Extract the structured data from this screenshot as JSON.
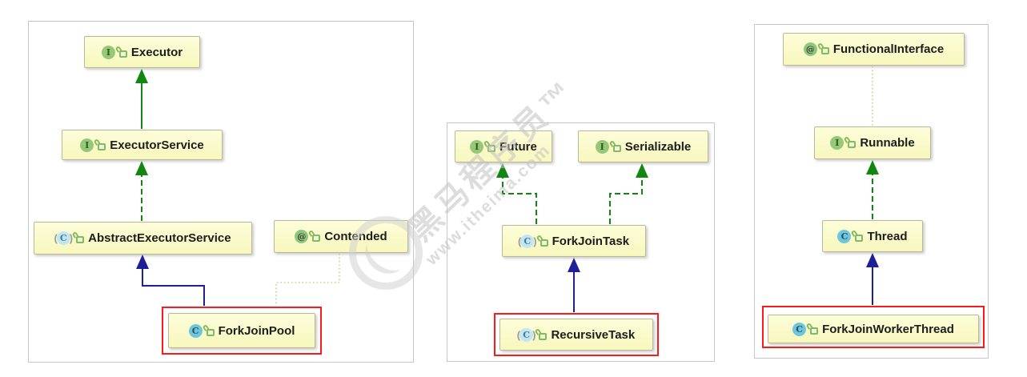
{
  "icon_markers": {
    "abstract_open": "(",
    "abstract_close": ")"
  },
  "colors": {
    "node_fill": "#FAFAC9",
    "node_border": "#B9B99A",
    "panel_border": "#C6C6C6",
    "selection_red": "#FB1B1B",
    "extends_arrow_blue": "#1F1F96",
    "implements_arrow_green": "#118611",
    "annotation_line_olive": "#CDCD84",
    "interface_icon_green": "#97C878",
    "class_icon_cyan": "#6CC7DE",
    "abstract_icon_light_cyan": "#C2E5F1",
    "annotation_icon_green": "#8FC77B"
  },
  "watermark": {
    "brand": "黑马程序员™",
    "url": "www.itheima.com"
  },
  "panels": [
    {
      "nodes": {
        "executor": {
          "label": "Executor",
          "kind": "interface",
          "icon_letter": "I"
        },
        "executorService": {
          "label": "ExecutorService",
          "kind": "interface",
          "icon_letter": "I"
        },
        "abstractExecutorService": {
          "label": "AbstractExecutorService",
          "kind": "abstract-class",
          "icon_letter": "C"
        },
        "contended": {
          "label": "Contended",
          "kind": "annotation",
          "icon_letter": "@"
        },
        "forkJoinPool": {
          "label": "ForkJoinPool",
          "kind": "class",
          "icon_letter": "C",
          "selected": true
        }
      },
      "edges": [
        {
          "from": "ExecutorService",
          "to": "Executor",
          "relation": "extends",
          "style": "solid-green"
        },
        {
          "from": "AbstractExecutorService",
          "to": "ExecutorService",
          "relation": "implements",
          "style": "dashed-green"
        },
        {
          "from": "ForkJoinPool",
          "to": "AbstractExecutorService",
          "relation": "extends",
          "style": "solid-blue"
        },
        {
          "from": "Contended",
          "to": "ForkJoinPool",
          "relation": "annotates",
          "style": "dotted-olive"
        }
      ]
    },
    {
      "nodes": {
        "future": {
          "label": "Future",
          "kind": "interface",
          "icon_letter": "I"
        },
        "serializable": {
          "label": "Serializable",
          "kind": "interface",
          "icon_letter": "I"
        },
        "forkJoinTask": {
          "label": "ForkJoinTask",
          "kind": "abstract-class",
          "icon_letter": "C"
        },
        "recursiveTask": {
          "label": "RecursiveTask",
          "kind": "abstract-class",
          "icon_letter": "C",
          "selected": true
        }
      },
      "edges": [
        {
          "from": "ForkJoinTask",
          "to": "Future",
          "relation": "implements",
          "style": "dashed-green"
        },
        {
          "from": "ForkJoinTask",
          "to": "Serializable",
          "relation": "implements",
          "style": "dashed-green"
        },
        {
          "from": "RecursiveTask",
          "to": "ForkJoinTask",
          "relation": "extends",
          "style": "solid-blue"
        }
      ]
    },
    {
      "nodes": {
        "functionalInterface": {
          "label": "FunctionalInterface",
          "kind": "annotation",
          "icon_letter": "@"
        },
        "runnable": {
          "label": "Runnable",
          "kind": "interface",
          "icon_letter": "I"
        },
        "thread": {
          "label": "Thread",
          "kind": "class",
          "icon_letter": "C"
        },
        "forkJoinWorkerThread": {
          "label": "ForkJoinWorkerThread",
          "kind": "class",
          "icon_letter": "C",
          "selected": true
        }
      },
      "edges": [
        {
          "from": "FunctionalInterface",
          "to": "Runnable",
          "relation": "annotates",
          "style": "dotted-olive"
        },
        {
          "from": "Thread",
          "to": "Runnable",
          "relation": "implements",
          "style": "dashed-green"
        },
        {
          "from": "ForkJoinWorkerThread",
          "to": "Thread",
          "relation": "extends",
          "style": "solid-blue"
        }
      ]
    }
  ]
}
